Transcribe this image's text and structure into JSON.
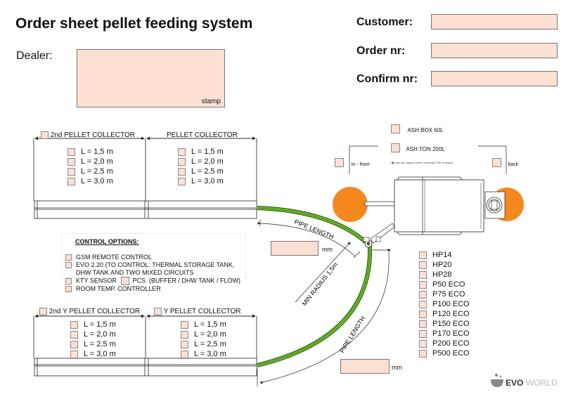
{
  "header": {
    "title": "Order sheet pellet feeding system",
    "dealer_label": "Dealer:",
    "stamp_label": "stamp",
    "customer_label": "Customer:",
    "order_label": "Order nr:",
    "confirm_label": "Confirm nr:",
    "customer_value": "",
    "order_value": "",
    "confirm_value": ""
  },
  "collectors_top": [
    {
      "title": "2nd PELLET COLLECTOR",
      "has_checkbox": true,
      "lengths": [
        "L = 1,5 m",
        "L = 2,0 m",
        "L = 2,5 m",
        "L = 3,0 m"
      ]
    },
    {
      "title": "PELLET COLLECTOR",
      "has_checkbox": false,
      "lengths": [
        "L = 1,5 m",
        "L = 2,0 m",
        "L = 2,5 m",
        "L = 3,0 m"
      ]
    }
  ],
  "collectors_bottom": [
    {
      "title": "2nd Y PELLET COLLECTOR",
      "has_checkbox": true,
      "lengths": [
        "L = 1,5 m",
        "L = 2,0 m",
        "L = 2,5 m",
        "L = 3,0 m"
      ]
    },
    {
      "title": "Y PELLET COLLECTOR",
      "has_checkbox": true,
      "lengths": [
        "L = 1,5 m",
        "L = 2,0 m",
        "L = 2,5 m",
        "L = 3,0 m"
      ]
    }
  ],
  "ash": {
    "box": "ASH BOX 60L",
    "ton": "ASH TON 200L",
    "in_front": "In - front",
    "back": "back",
    "note": "* ▩ only ash options when ordering P100 or higher"
  },
  "control": {
    "title": "CONTROL OPTIONS:",
    "items": [
      "GSM REMOTE CONTROL",
      "EVO 2.20 (TO CONTROL: THERMAL STORAGE TANK,",
      "KTY SENSOR",
      "ROOM TEMP. CONTROLLER"
    ],
    "evo_line2": "DHW TANK AND TWO MIXED CIRCUITS",
    "kty_pcs": "PCS. (BUFFER / DHW TANK / FLOW)"
  },
  "diagram": {
    "pipe_length_label": "PIPE LENGTH",
    "min_radius_label": "MIN RADIUS 1,5m",
    "mm_label": "mm",
    "pipe_length_top_value": "",
    "pipe_length_bottom_value": "",
    "colors": {
      "pipe": "#6cc22a",
      "tank": "#f5871f",
      "field": "#fde0d4"
    }
  },
  "models": [
    "HP14",
    "HP20",
    "HP28",
    "P50 ECO",
    "P75 ECO",
    "P100 ECO",
    "P120 ECO",
    "P150 ECO",
    "P170 ECO",
    "P200 ECO",
    "P500 ECO"
  ],
  "logo": {
    "bold": "EVO",
    "light": "WORLD"
  }
}
